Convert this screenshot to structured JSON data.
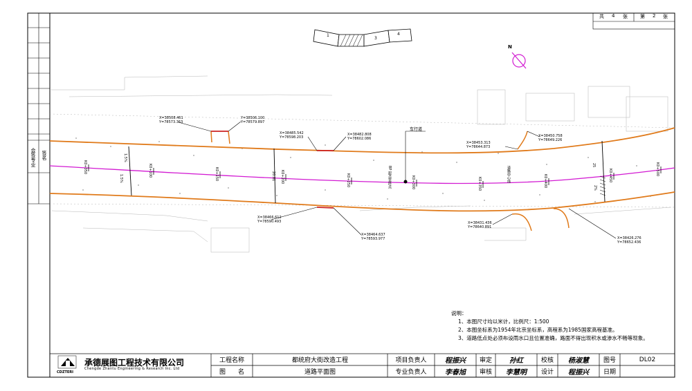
{
  "sheet_index": {
    "total_label": "共",
    "total": "4",
    "unit1": "张",
    "page_label": "第",
    "page": "2",
    "unit2": "张"
  },
  "key_plan": {
    "left": "1",
    "mid": "3",
    "right": "4"
  },
  "north_label": "N",
  "side_labels": {
    "a": "会签专业",
    "b": "签名"
  },
  "road_annotations": {
    "pedestrian_lane": "车行道",
    "width_20": "20.01",
    "width_15": "1.5%",
    "width_15b": "1.5%",
    "width_25": "25",
    "width_25b": "2%",
    "mid_note": "BP 起点至终点",
    "mid_note2": "道路中心线"
  },
  "stations": [
    "K0+050",
    "K0+100",
    "K0+150",
    "K0+200",
    "K0+250",
    "K0+300",
    "K0+350",
    "K0+400",
    "K0+450",
    "K0+500"
  ],
  "coords": {
    "c1": [
      "X=38508.461",
      "Y=78573.363"
    ],
    "c2": [
      "Y=38506.100",
      "Y=78579.897"
    ],
    "c3": [
      "X=38485.542",
      "Y=78598.203"
    ],
    "c4": [
      "X=38482.808",
      "Y=78602.086"
    ],
    "c5": [
      "X=38453.313",
      "Y=78644.873"
    ],
    "c6": [
      "X=38450.758",
      "Y=78649.226"
    ],
    "c7": [
      "X=38466.612",
      "Y=78590.493"
    ],
    "c8": [
      "X=38464.637",
      "Y=78593.977"
    ],
    "c9": [
      "X=38431.436",
      "Y=78640.891"
    ],
    "c10": [
      "X=38426.276",
      "Y=78652.436"
    ]
  },
  "notes": {
    "title": "说明：",
    "items": [
      "1、本图尺寸均以米计，比例尺：1:500",
      "2、本图坐标系为1954年北京坐标系，高程系为1985国家高程基准。",
      "3、道路低点处必须布设雨水口且位置准确，路面不得出现积水或渗水不畅等现象。"
    ]
  },
  "title_block": {
    "company_cn": "承德展图工程技术有限公司",
    "company_en": "Chengde Zhantu Engineering & Research Inc. Ltd",
    "logo_text": "CDZTERI",
    "project_label": "工程名称",
    "project_value": "都统府大街改造工程",
    "drawing_label": "图　　名",
    "drawing_value": "道路平面图",
    "pm_label": "项目负责人",
    "pm_sig": "程振兴",
    "review_label": "审定",
    "review_sig": "孙红",
    "check_label": "校核",
    "check_sig": "杨淑慧",
    "no_label": "图号",
    "no_value": "DL02",
    "spec_label": "专业负责人",
    "spec_sig": "李春旭",
    "audit_label": "审核",
    "audit_sig": "李慧明",
    "design_label": "设计",
    "design_sig": "程振兴",
    "date_label": "日期",
    "date_value": ""
  },
  "colors": {
    "road_edge": "#e07a1a",
    "centerline": "#d21ad2",
    "curb": "#cc2222",
    "survey": "#9a9a9a"
  }
}
